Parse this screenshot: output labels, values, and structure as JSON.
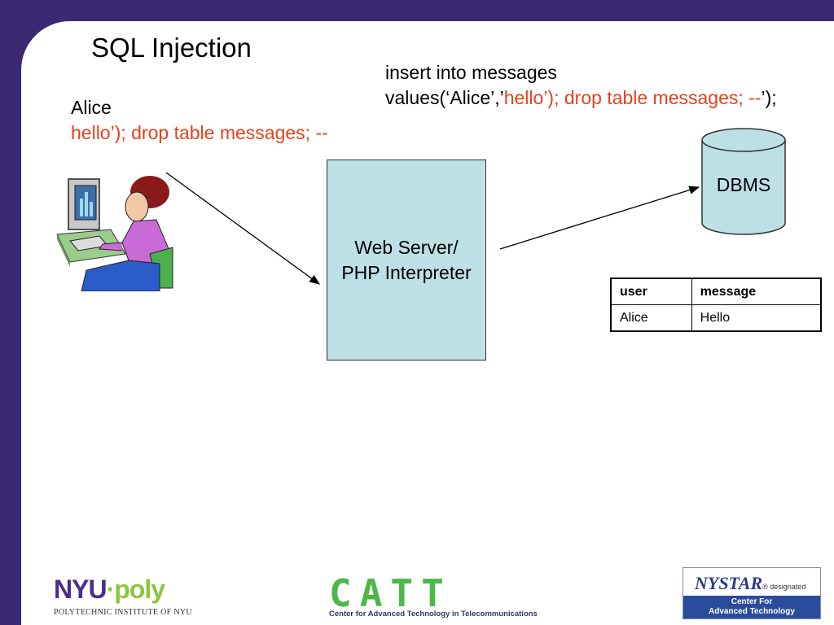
{
  "slide": {
    "title": "SQL Injection",
    "query_line1": "insert into messages",
    "query_line2_prefix": "values(‘Alice’,’",
    "query_line2_injected": "hello’); drop table messages; --",
    "query_line2_suffix": "’);",
    "user_name": "Alice",
    "user_input": "hello’); drop table messages; --",
    "server_line1": "Web Server/",
    "server_line2": "PHP Interpreter",
    "dbms_label": "DBMS"
  },
  "table": {
    "headers": [
      "user",
      "message"
    ],
    "rows": [
      [
        "Alice",
        "Hello"
      ]
    ]
  },
  "logos": {
    "nyu_main": "NYU",
    "nyu_poly": "poly",
    "nyu_sub": "POLYTECHNIC INSTITUTE OF NYU",
    "catt": "CATT",
    "catt_sub": "Center for Advanced Technology in Telecommunications",
    "nystar": "NYSTAR",
    "nystar_designated": "designated",
    "nystar_line1": "Center For",
    "nystar_line2": "Advanced Technology"
  },
  "colors": {
    "background": "#3b2a73",
    "injected_text": "#e8401c",
    "server_fill": "#bde0e6"
  }
}
